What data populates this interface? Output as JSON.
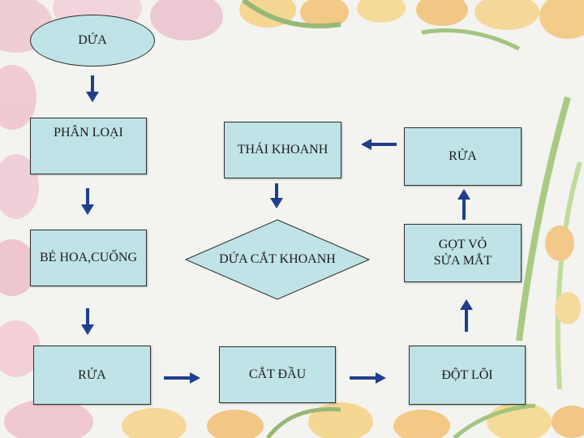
{
  "diagram": {
    "start": {
      "label": "DỨA"
    },
    "nodes": {
      "phan_loai": "PHÂN LOẠI",
      "be_hoa_cuong": "BẺ HOA,CUỐNG",
      "rua_1": "RỬA",
      "cat_dau": "CẮT ĐẦU",
      "dot_loi": "ĐỘT LÕI",
      "got_vo_line1": "GỌT VỎ",
      "got_vo_line2": "SỬA MẮT",
      "rua_2": "RỬA",
      "thai_khoanh": "THÁI KHOANH",
      "decision": "DỨA CẮT KHOANH"
    }
  },
  "colors": {
    "node_fill": "#bfe3e6",
    "node_border": "#2d2d2d",
    "arrow_fill": "#1f3f8c",
    "background": "#f3f3f0"
  }
}
